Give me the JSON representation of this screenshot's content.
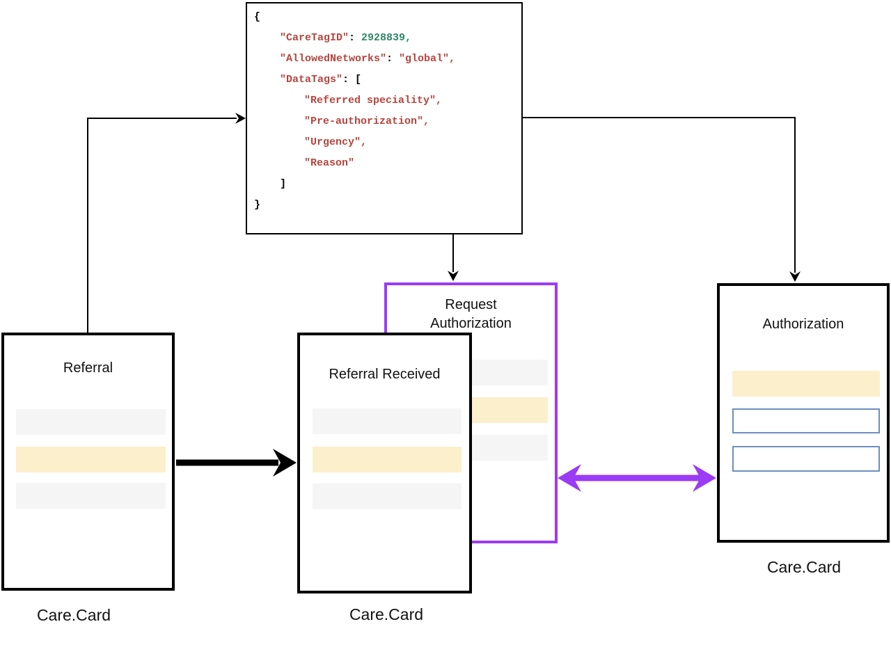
{
  "colors": {
    "accent_purple": "#9B3BF5",
    "bar_gray": "#F5F5F5",
    "bar_yellow": "#FCEFCC",
    "input_box_border_blue": "#6C8EBF",
    "code_string_red": "#B5453E",
    "code_number_green": "#2E8767",
    "line_black": "#000000"
  },
  "code_block": {
    "line_open_brace": "{",
    "care_tag_id": {
      "key": "\"CareTagID\"",
      "separator": ": ",
      "value": "2928839,"
    },
    "allowed_networks": {
      "key": "\"AllowedNetworks\"",
      "separator": ": ",
      "value": "\"global\","
    },
    "data_tags": {
      "key": "\"DataTags\"",
      "separator": ": ",
      "open_bracket": "["
    },
    "data_tags_items": [
      "\"Referred speciality\",",
      "\"Pre-authorization\",",
      "\"Urgency\",",
      "\"Reason\""
    ],
    "line_close_bracket": "]",
    "line_close_brace": "}"
  },
  "cards": {
    "referral": {
      "title": "Referral",
      "footer_label": "Care.Card"
    },
    "referral_received": {
      "title": "Referral Received",
      "footer_label": "Care.Card"
    },
    "request_authorization": {
      "title": "Request Authorization"
    },
    "authorization": {
      "title": "Authorization",
      "footer_label": "Care.Card"
    }
  }
}
